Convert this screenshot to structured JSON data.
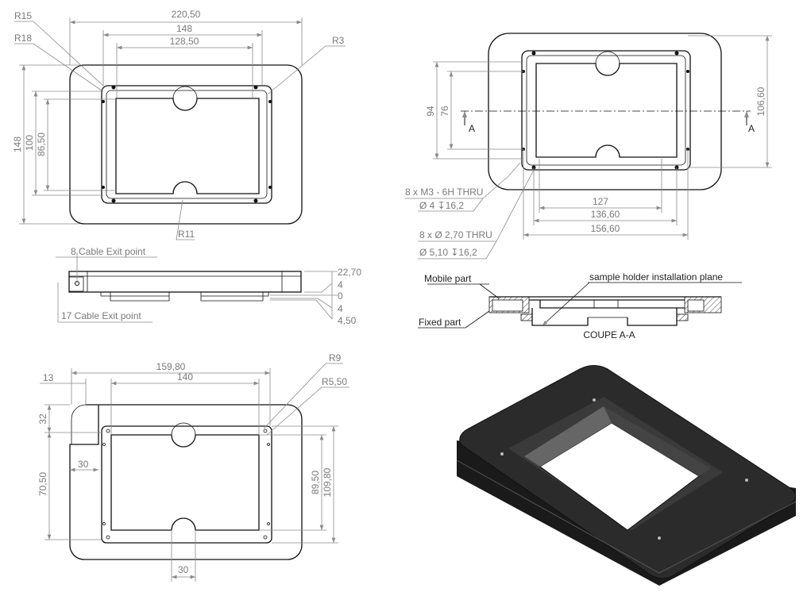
{
  "top_view": {
    "dims": {
      "overall_width": "220,50",
      "frame_width": "148",
      "inner_width": "128,50",
      "overall_height": "148",
      "frame_height": "100",
      "inner_height": "86,50"
    },
    "radii": {
      "r15": "R15",
      "r18": "R18",
      "r3": "R3",
      "r11": "R11"
    }
  },
  "side_view": {
    "cable_top": "8 Cable Exit point",
    "cable_bottom": "17 Cable Exit point",
    "levels": [
      "22,70",
      "4",
      "0",
      "4",
      "4,50"
    ]
  },
  "right_view": {
    "dims": {
      "h94": "94",
      "h76": "76",
      "h106": "106,60",
      "w127": "127",
      "w136": "136,60",
      "w156": "156,60"
    },
    "section_mark": "A",
    "hole1_line1": "8 x M3 - 6H THRU",
    "hole1_line2": "Ø 4 ↧16,2",
    "hole2_line1": "8 x Ø 2,70 THRU",
    "hole2_line2": "Ø 5,10 ↧16,2"
  },
  "section": {
    "mobile": "Mobile part",
    "fixed": "Fixed part",
    "plane": "sample holder installation plane",
    "title": "COUPE A-A"
  },
  "bottom_view": {
    "dims": {
      "w159": "159,80",
      "w140": "140",
      "w13": "13",
      "h32": "32",
      "h70": "70,50",
      "w30a": "30",
      "h89": "89,50",
      "h109": "109,80",
      "w30b": "30"
    },
    "radii": {
      "r9": "R9",
      "r5": "R5,50"
    }
  }
}
